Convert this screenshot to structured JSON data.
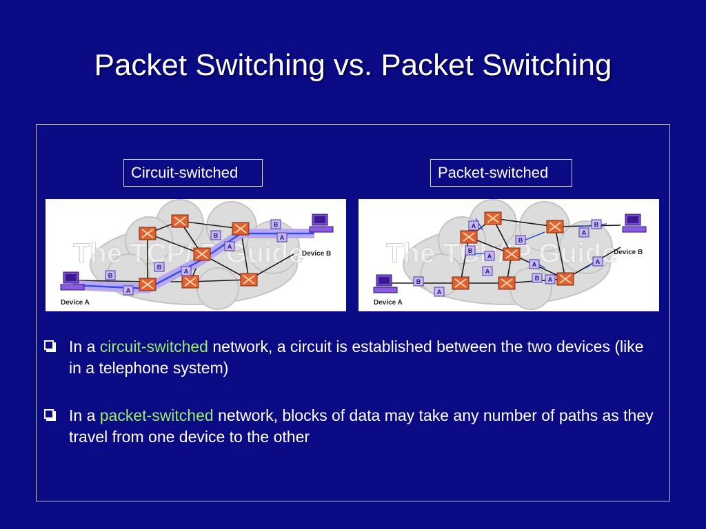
{
  "slide": {
    "title": "Packet Switching vs. Packet Switching"
  },
  "diagrams": {
    "circuit": {
      "label": "Circuit-switched",
      "watermark": "The TCP/IP Guide",
      "device_a": "Device A",
      "device_b": "Device B",
      "packet_a": "A",
      "packet_b": "B"
    },
    "packet": {
      "label": "Packet-switched",
      "watermark": "The TCP/IP Guide",
      "device_a": "Device A",
      "device_b": "Device B",
      "packet_a": "A",
      "packet_b": "B"
    }
  },
  "bullets": [
    {
      "prefix": "In a ",
      "highlight": "circuit-switched",
      "suffix": " network, a circuit is established between the two devices (like in a telephone system)"
    },
    {
      "prefix": "In a ",
      "highlight": "packet-switched",
      "suffix": " network, blocks of data may take any number of paths as they travel from one device to the other"
    }
  ],
  "colors": {
    "background": "#0a0a85",
    "highlight": "#99ee66",
    "switch": "#e06030",
    "packet": "#9a70d8",
    "device": "#7a4ad0",
    "cloud": "#d8d8d8"
  }
}
